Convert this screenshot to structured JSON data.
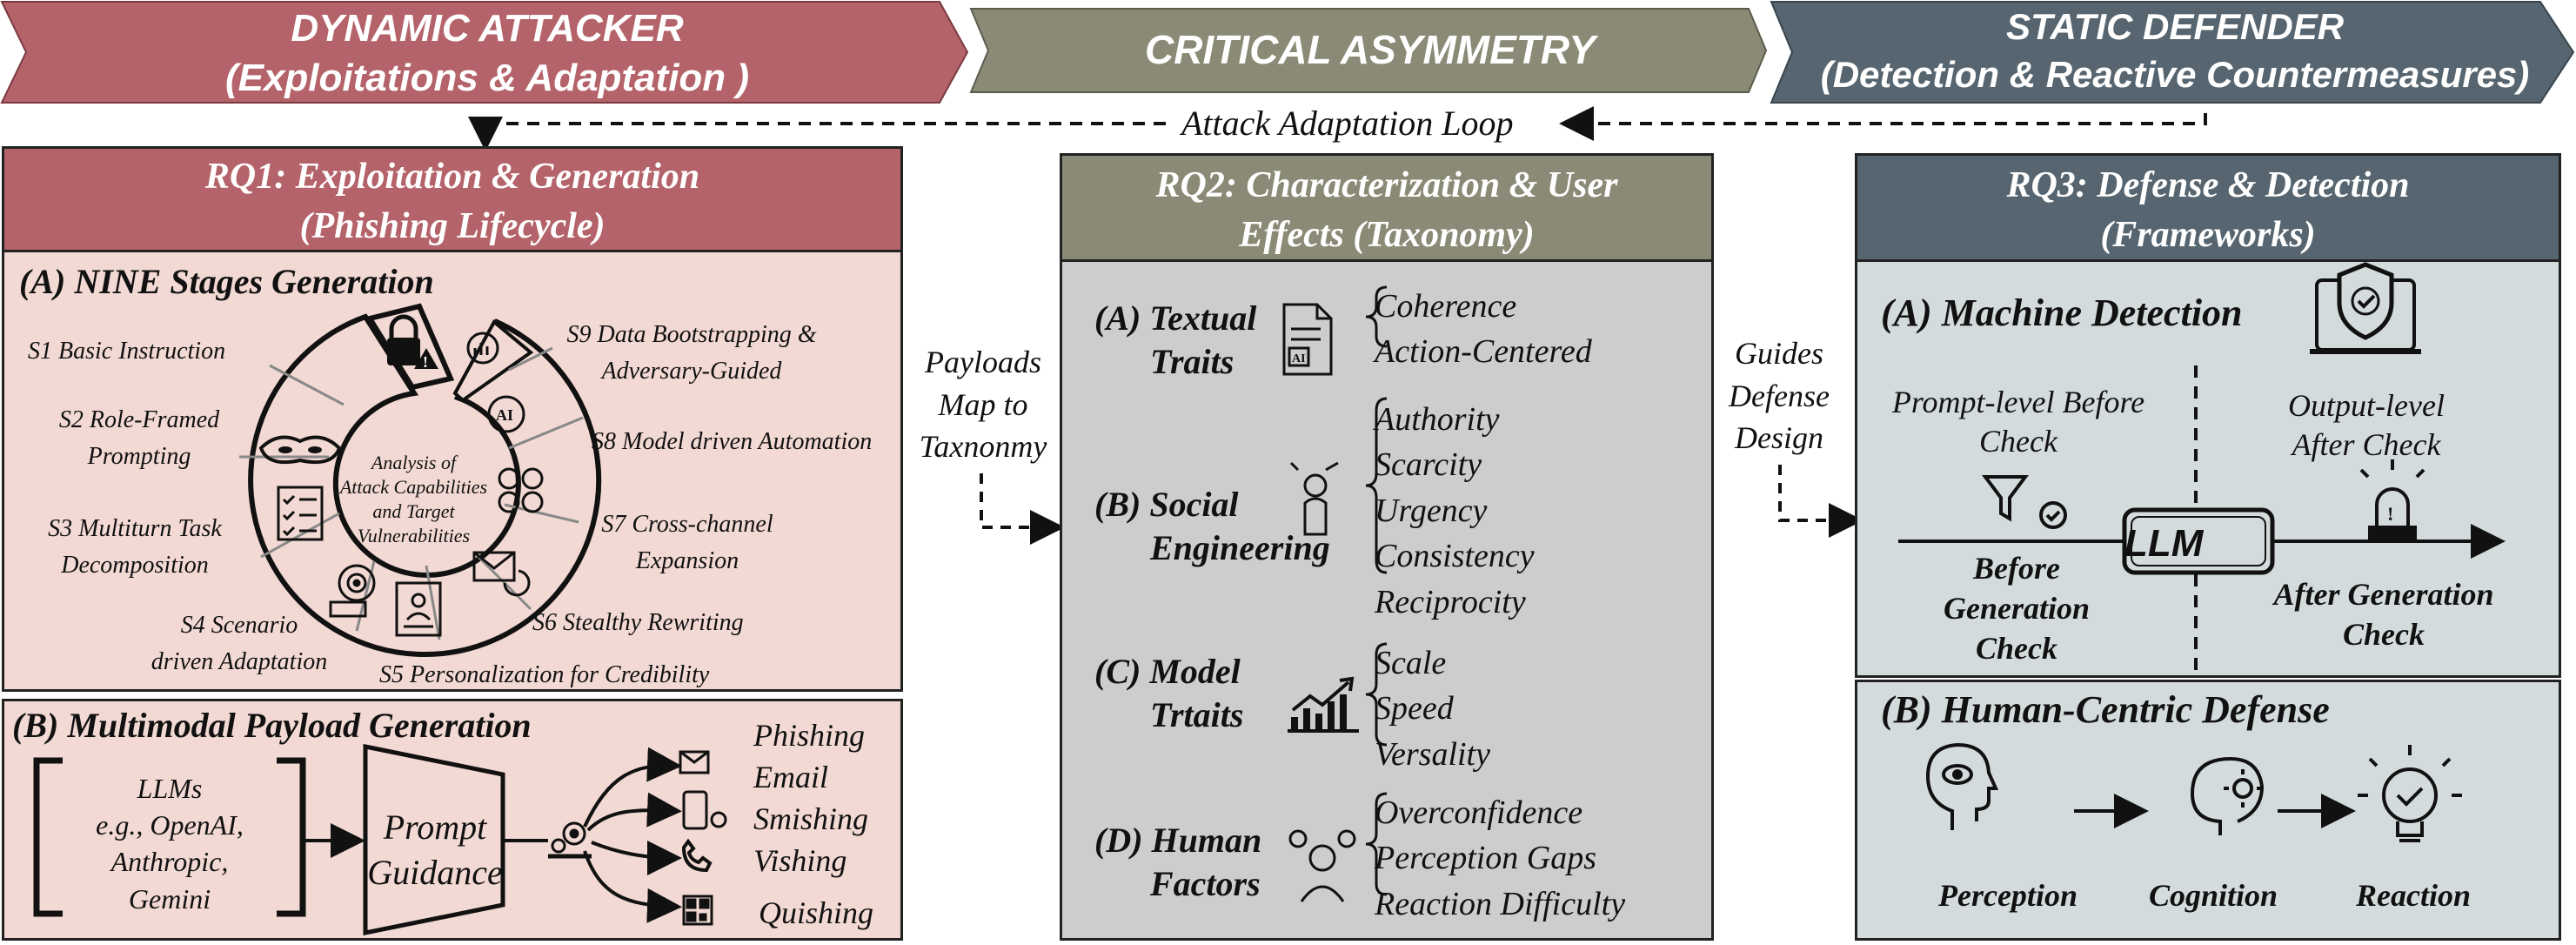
{
  "headers": {
    "attacker": {
      "line1": "DYNAMIC ATTACKER",
      "line2": "(Exploitations  &  Adaptation )"
    },
    "asymmetry": {
      "line1": "CRITICAL ASYMMETRY"
    },
    "defender": {
      "line1": "STATIC DEFENDER",
      "line2": "(Detection & Reactive Countermeasures)"
    }
  },
  "loop_label": "Attack Adaptation Loop",
  "rq1": {
    "title1": "RQ1: Exploitation & Generation",
    "title2": "(Phishing Lifecycle)",
    "section_a": "(A) NINE  Stages Generation",
    "center_text": [
      "Analysis of",
      "Attack Capabilities",
      "and Target",
      "Vulnerabilities"
    ],
    "stages": {
      "s1": "S1  Basic Instruction",
      "s2a": "S2 Role-Framed",
      "s2b": "Prompting",
      "s3a": "S3 Multiturn Task",
      "s3b": "Decomposition",
      "s4a": "S4 Scenario",
      "s4b": "driven Adaptation",
      "s5": "S5 Personalization for Credibility",
      "s6": "S6 Stealthy Rewriting",
      "s7a": "S7 Cross-channel",
      "s7b": "Expansion",
      "s8": "S8 Model driven Automation",
      "s9a": "S9 Data Bootstrapping  &",
      "s9b": "Adversary-Guided"
    },
    "section_b": "(B) Multimodal Payload Generation",
    "llms": [
      "LLMs",
      "e.g., OpenAI,",
      "Anthropic,",
      "Gemini"
    ],
    "prompt": [
      "Prompt",
      "Guidance"
    ],
    "outputs": {
      "o1": "Phishing",
      "o2": "Email",
      "o3": "Smishing",
      "o4": "Vishing",
      "o5": "Quishing"
    }
  },
  "connector_left": [
    "Payloads",
    "Map to",
    "Taxnonmy"
  ],
  "rq2": {
    "title1": "RQ2: Characterization & User",
    "title2": "Effects (Taxonomy)",
    "a": {
      "l1": "(A) Textual",
      "l2": "Traits",
      "items": [
        "Coherence",
        "Action-Centered"
      ]
    },
    "b": {
      "l1": "(B) Social",
      "l2": "Engineering",
      "items": [
        "Authority",
        "Scarcity",
        "Urgency",
        "Consistency",
        "Reciprocity"
      ]
    },
    "c": {
      "l1": "(C) Model",
      "l2": "Trtaits",
      "items": [
        "Scale",
        "Speed",
        "Versality"
      ]
    },
    "d": {
      "l1": "(D) Human",
      "l2": "Factors",
      "items": [
        "Overconfidence",
        "Perception Gaps",
        "Reaction Difficulty"
      ]
    }
  },
  "connector_right": [
    "Guides",
    "Defense",
    "Design"
  ],
  "rq3": {
    "title1": "RQ3: Defense & Detection",
    "title2": "(Frameworks)",
    "section_a": "(A) Machine Detection",
    "prompt_level": [
      "Prompt-level Before",
      "Check"
    ],
    "output_level": [
      "Output-level",
      "After Check"
    ],
    "llm": "LLM",
    "before_gen": [
      "Before",
      "Generation",
      "Check"
    ],
    "after_gen": [
      "After Generation",
      "Check"
    ],
    "section_b": "(B) Human-Centric Defense",
    "perception": "Perception",
    "cognition": "Cognition",
    "reaction": "Reaction"
  },
  "colors": {
    "attacker": "#b5636a",
    "asymmetry": "#8a8a76",
    "defender": "#56656f",
    "rq1_bg": "#f2d9d3",
    "rq2_bg": "#cdcdcd",
    "rq3_bg": "#d4dbdc"
  }
}
